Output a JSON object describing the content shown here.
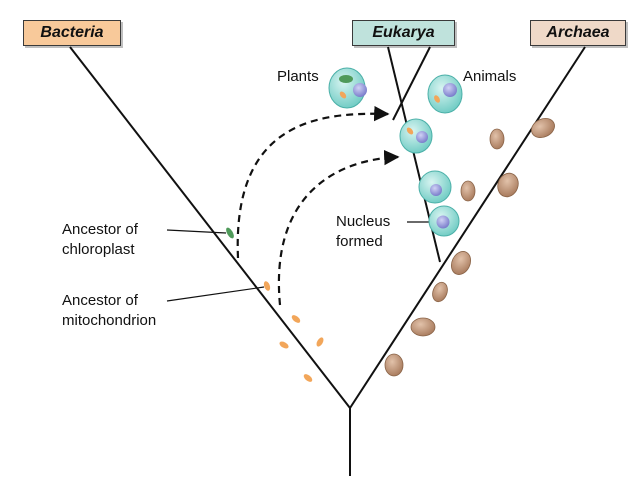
{
  "domains": {
    "bacteria": {
      "label": "Bacteria",
      "color": "#f8c99a"
    },
    "eukarya": {
      "label": "Eukarya",
      "color": "#bfe2dc"
    },
    "archaea": {
      "label": "Archaea",
      "color": "#efd9c8"
    }
  },
  "labels": {
    "plants": "Plants",
    "animals": "Animals",
    "nucleus_line1": "Nucleus",
    "nucleus_line2": "formed",
    "chloroplast_line1": "Ancestor of",
    "chloroplast_line2": "chloroplast",
    "mitochondrion_line1": "Ancestor of",
    "mitochondrion_line2": "mitochondrion"
  },
  "colors": {
    "eukaryote_cell": "#7fd3cc",
    "nucleus": "#8b8fd6",
    "archaea_cell": "#b88a6a",
    "mitochondrion": "#f2a65a",
    "chloroplast": "#4f9a5a",
    "line": "#111111"
  }
}
